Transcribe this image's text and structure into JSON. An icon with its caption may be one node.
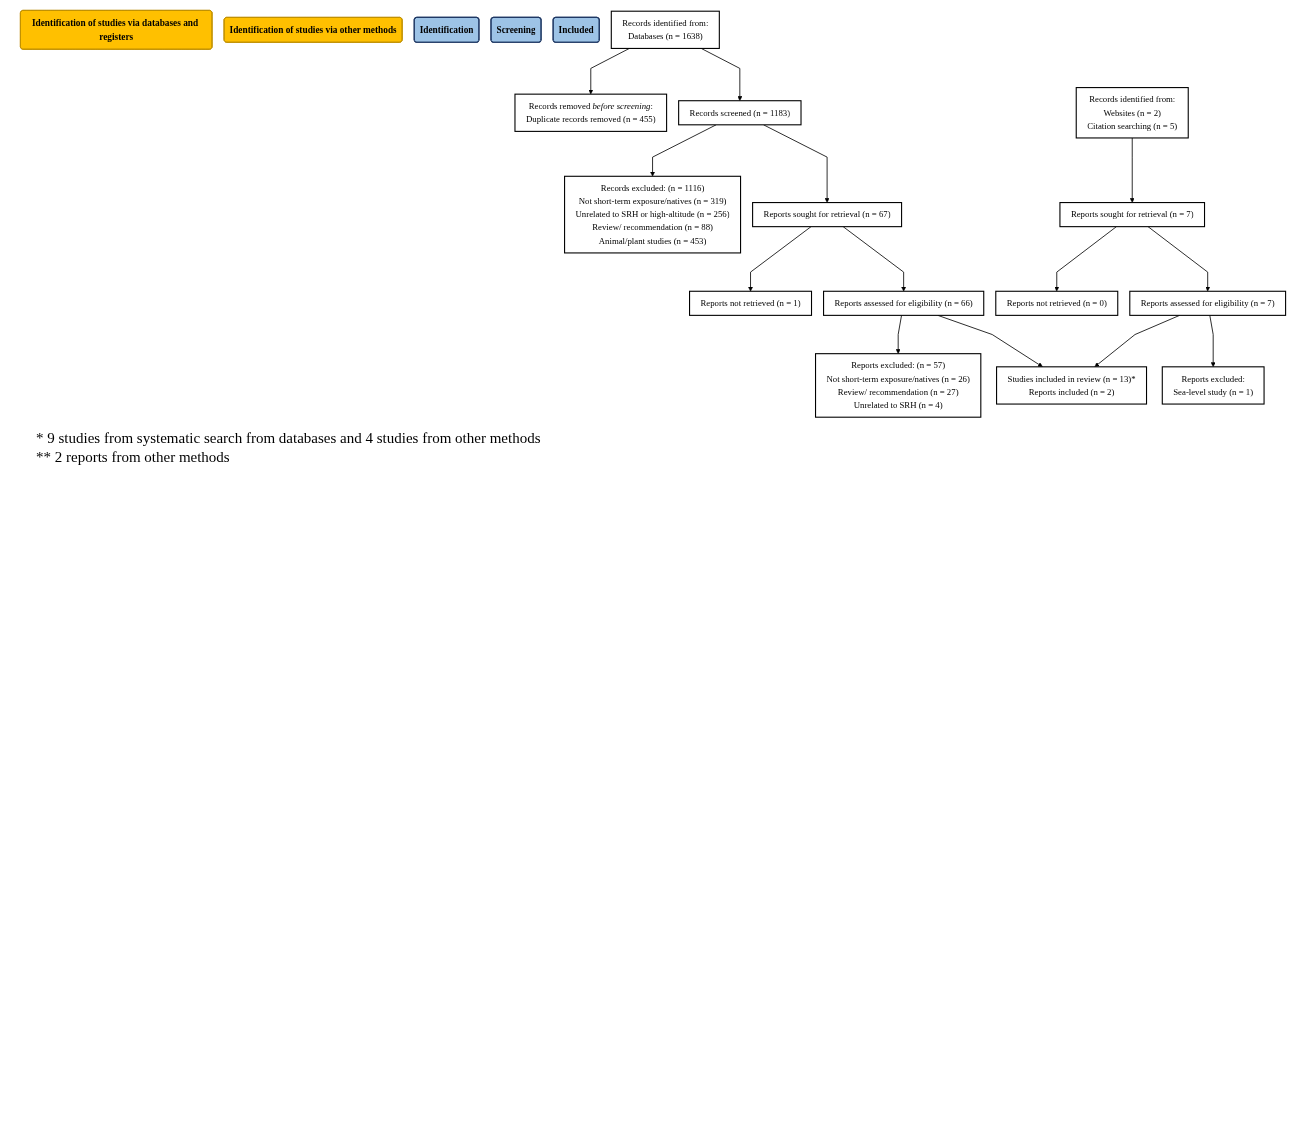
{
  "diagram": {
    "nodes": [
      {
        "text": [
          "Identification of studies via databases and registers"
        ]
      },
      {
        "text": [
          "Identification of studies via other methods"
        ]
      },
      {
        "text": [
          "Identification"
        ]
      },
      {
        "text": [
          "Records identified from:",
          "Databases (n = 1638)"
        ]
      },
      {
        "text": [
          "Records removed *before screening*:",
          "Duplicate records removed (n = 455)"
        ]
      },
      {
        "text": [
          "Records identified from:",
          "Websites (n = 2)",
          "Citation searching (n = 5)"
        ]
      },
      {
        "text": [
          "Screening"
        ]
      },
      {
        "text": [
          "Records screened (n = 1183)"
        ]
      },
      {
        "text": [
          "Records excluded: (n = 1116)",
          "Not short-term exposure/natives (n = 319)",
          "Unrelated to SRH or high-altitude (n = 256)",
          "Review/ recommendation (n = 88)",
          "Animal/plant studies (n = 453)"
        ]
      },
      {
        "text": [
          "Reports sought for retrieval (n = 7)"
        ]
      },
      {
        "text": [
          "Reports not retrieved (n = 0)"
        ]
      },
      {
        "text": [
          "Reports assessed for eligibility (n = 7)"
        ]
      },
      {
        "text": [
          "Reports excluded:",
          "Sea-level study (n = 1)"
        ]
      },
      {
        "text": [
          "Reports sought for retrieval (n = 67)"
        ]
      },
      {
        "text": [
          "Reports not retrieved (n = 1)"
        ]
      },
      {
        "text": [
          "Reports assessed for eligibility (n = 66)"
        ]
      },
      {
        "text": [
          "Reports excluded: (n = 57)",
          "Not short-term exposure/natives (n = 26)",
          "Review/ recommendation (n = 27)",
          "Unrelated to SRH (n = 4)"
        ]
      },
      {
        "text": [
          "Included"
        ]
      },
      {
        "text": [
          "Studies included in review (n = 13)*",
          "Reports included (n = 2)"
        ]
      }
    ],
    "edges": [
      {
        "from": 3,
        "to": 4,
        "arrow": "to"
      },
      {
        "from": 3,
        "to": 7,
        "arrow": "to"
      },
      {
        "from": 7,
        "to": 8,
        "arrow": "to"
      },
      {
        "from": 7,
        "to": 13,
        "arrow": "to"
      },
      {
        "from": 5,
        "to": 9,
        "arrow": "to"
      },
      {
        "from": 9,
        "to": 10,
        "arrow": "to"
      },
      {
        "from": 9,
        "to": 11,
        "arrow": "to"
      },
      {
        "from": 11,
        "to": 12,
        "arrow": "to"
      },
      {
        "from": 13,
        "to": 14,
        "arrow": "to"
      },
      {
        "from": 13,
        "to": 15,
        "arrow": "to"
      },
      {
        "from": 15,
        "to": 16,
        "arrow": "to"
      },
      {
        "from": 15,
        "to": 18,
        "arrow": "to"
      },
      {
        "from": 11,
        "to": 18,
        "arrow": "to"
      }
    ],
    "labels": [
      "* 9 studies from systematic search from databases and 4 studies from other methods",
      "** 2 reports from other methods"
    ]
  }
}
